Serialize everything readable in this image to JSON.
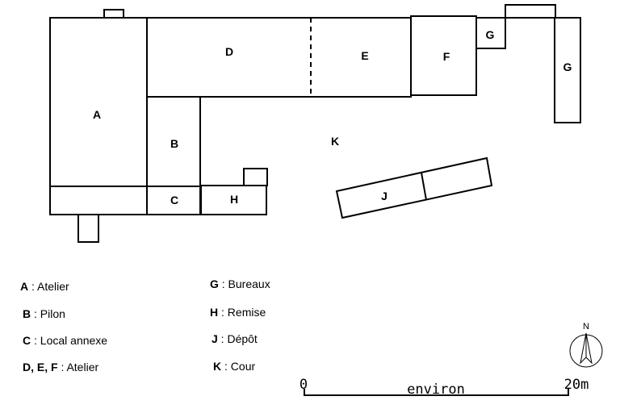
{
  "plan_labels": {
    "A": "A",
    "B": "B",
    "C": "C",
    "D": "D",
    "E": "E",
    "F": "F",
    "G1": "G",
    "G2": "G",
    "H": "H",
    "J": "J",
    "K": "K"
  },
  "legend": {
    "left": [
      {
        "code": "A",
        "text": " : Atelier"
      },
      {
        "code": "B",
        "text": " : Pilon"
      },
      {
        "code": "C",
        "text": " : Local annexe"
      },
      {
        "code": "D, E, F",
        "text": " : Atelier"
      }
    ],
    "right": [
      {
        "code": "G",
        "text": " : Bureaux"
      },
      {
        "code": "H",
        "text": " : Remise"
      },
      {
        "code": "J",
        "text": " : Dépôt"
      },
      {
        "code": "K",
        "text": " : Cour"
      }
    ]
  },
  "scale": {
    "start": "0",
    "middle": "environ",
    "end": "20m"
  },
  "north": {
    "label": "N"
  },
  "colors": {
    "stroke": "#000000",
    "fill": "#ffffff"
  }
}
